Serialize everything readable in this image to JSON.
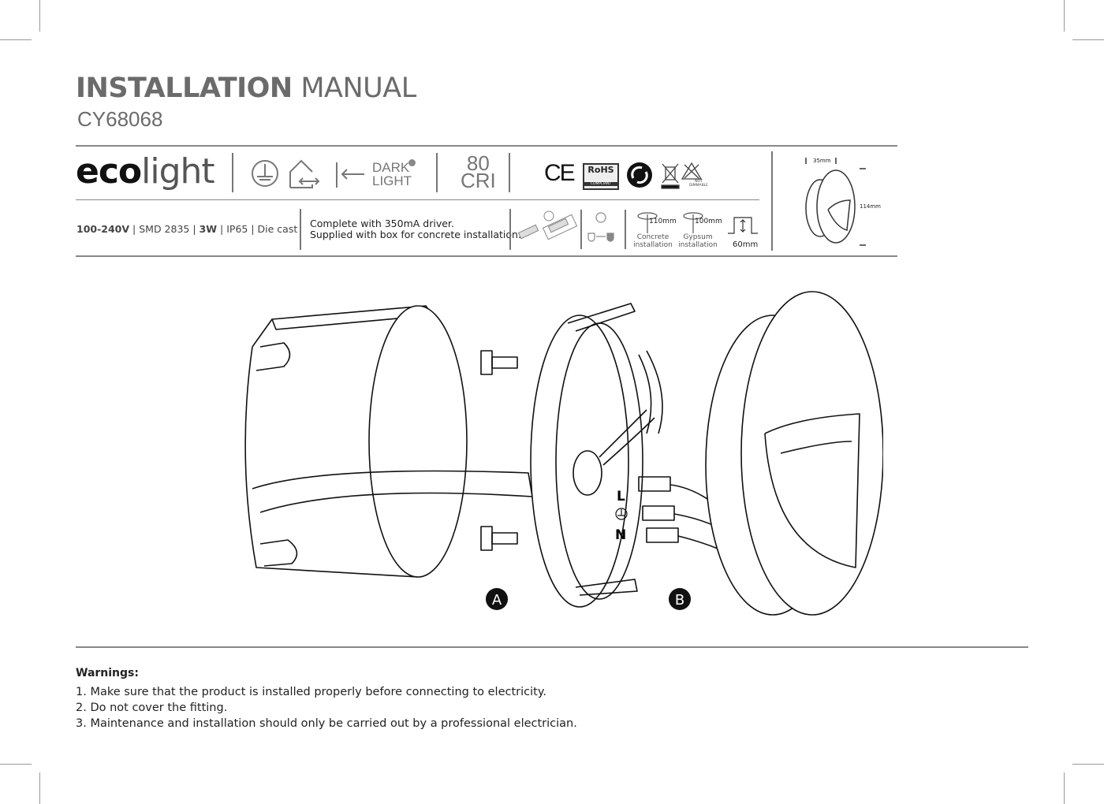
{
  "header": {
    "title_bold": "INSTALLATION",
    "title_light": "MANUAL",
    "model": "CY68068"
  },
  "brand": {
    "eco": "eco",
    "light": "light"
  },
  "badges": {
    "dark": "DARK",
    "light": "LIGHT",
    "cri_value": "80",
    "cri_label": "CRI",
    "ce": "CE",
    "rohs": "RoHS",
    "rohs_sub": "COMPLIANT",
    "not_dimmable": "NOT DIMMABLE"
  },
  "specs": {
    "voltage": "100-240V",
    "led": "SMD 2835",
    "power": "3W",
    "ip": "IP65",
    "material": "Die cast"
  },
  "description": {
    "line1": "Complete with 350mA driver.",
    "line2": "Supplied with box for concrete installation."
  },
  "install": {
    "concrete_depth": "110mm",
    "concrete_label": "Concrete installation",
    "gypsum_depth": "100mm",
    "gypsum_label": "Gypsum installation",
    "recess": "60mm"
  },
  "dimensions": {
    "depth": "35mm",
    "diameter": "114mm"
  },
  "diagram": {
    "label_a": "A",
    "label_b": "B",
    "live": "L",
    "neutral": "N"
  },
  "warnings": {
    "heading": "Warnings:",
    "items": [
      "1. Make sure that the product is installed properly before connecting to electricity.",
      "2. Do not cover the fitting.",
      "3. Maintenance and installation should only be carried out by a professional electrician."
    ]
  }
}
